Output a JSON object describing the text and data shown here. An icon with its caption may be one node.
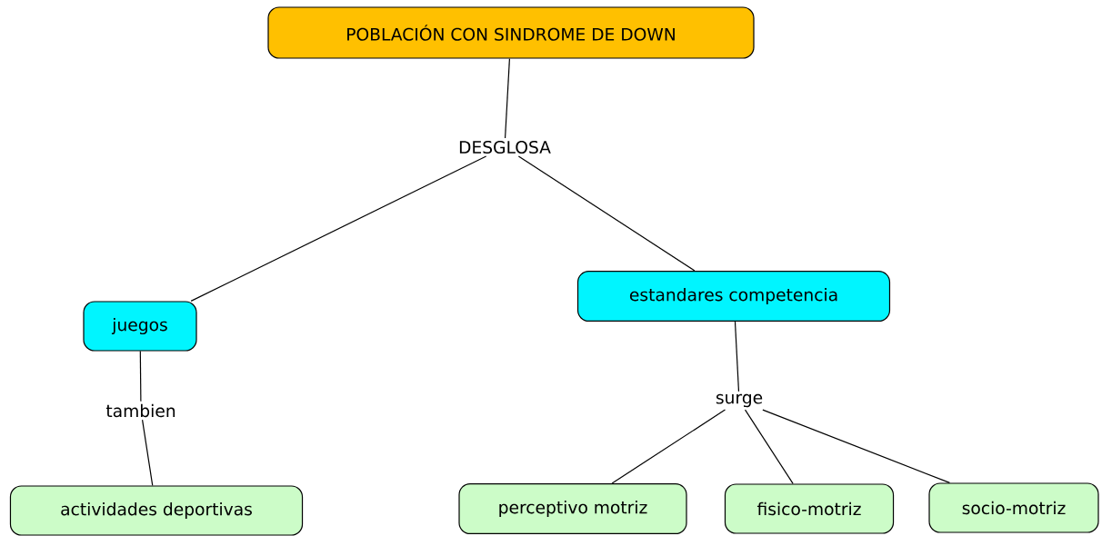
{
  "diagram": {
    "nodes": [
      {
        "text": [
          "POBLACIÓN CON SINDROME DE DOWN"
        ]
      },
      {
        "text": [
          "DESGLOSA"
        ]
      },
      {
        "text": [
          "juegos"
        ]
      },
      {
        "text": [
          "estandares competencia"
        ]
      },
      {
        "text": [
          "tambien"
        ]
      },
      {
        "text": [
          "surge"
        ]
      },
      {
        "text": [
          "actividades deportivas"
        ]
      },
      {
        "text": [
          "perceptivo motriz"
        ]
      },
      {
        "text": [
          "fisico-motriz"
        ]
      },
      {
        "text": [
          "socio-motriz"
        ]
      }
    ],
    "edges": [
      {
        "from": 0,
        "to": 1,
        "arrow": "none"
      },
      {
        "from": 1,
        "to": 2,
        "arrow": "none"
      },
      {
        "from": 1,
        "to": 3,
        "arrow": "none"
      },
      {
        "from": 2,
        "to": 4,
        "arrow": "none"
      },
      {
        "from": 4,
        "to": 6,
        "arrow": "none"
      },
      {
        "from": 3,
        "to": 5,
        "arrow": "none"
      },
      {
        "from": 5,
        "to": 7,
        "arrow": "none"
      },
      {
        "from": 5,
        "to": 8,
        "arrow": "none"
      },
      {
        "from": 5,
        "to": 9,
        "arrow": "none"
      }
    ]
  }
}
